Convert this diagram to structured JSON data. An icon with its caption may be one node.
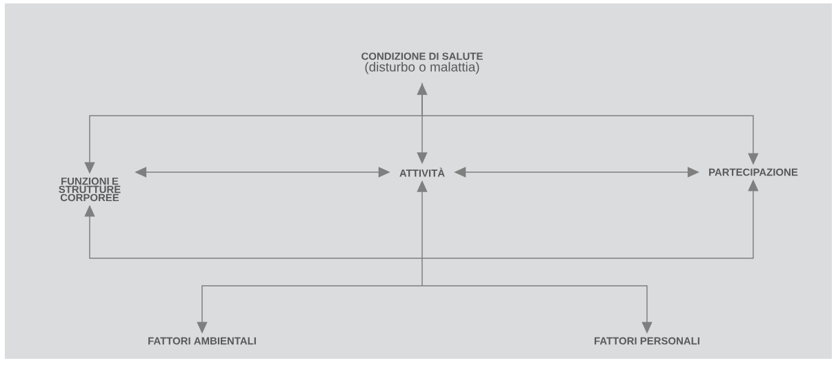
{
  "diagram": {
    "nodes": [
      {
        "text": [
          "CONDIZIONE DI SALUTE",
          "(disturbo o malattia)"
        ]
      },
      {
        "text": [
          "FUNZIONI E STRUTTURE CORPOREE"
        ]
      },
      {
        "text": [
          "ATTIVITÀ"
        ]
      },
      {
        "text": [
          "PARTECIPAZIONE"
        ]
      },
      {
        "text": [
          "FATTORI AMBIENTALI"
        ]
      },
      {
        "text": [
          "FATTORI PERSONALI"
        ]
      }
    ],
    "edges": [
      {
        "from": 0,
        "to": 1,
        "arrow": "to"
      },
      {
        "from": 0,
        "to": 3,
        "arrow": "to"
      },
      {
        "from": 0,
        "to": 2,
        "arrow": "both"
      },
      {
        "from": 1,
        "to": 2,
        "arrow": "both"
      },
      {
        "from": 2,
        "to": 3,
        "arrow": "both"
      },
      {
        "from": 4,
        "to": 1,
        "arrow": "both"
      },
      {
        "from": 4,
        "to": 2,
        "arrow": "both"
      },
      {
        "from": 4,
        "to": 3,
        "arrow": "both"
      },
      {
        "from": 5,
        "to": 1,
        "arrow": "both"
      },
      {
        "from": 5,
        "to": 2,
        "arrow": "both"
      },
      {
        "from": 5,
        "to": 3,
        "arrow": "both"
      }
    ]
  }
}
